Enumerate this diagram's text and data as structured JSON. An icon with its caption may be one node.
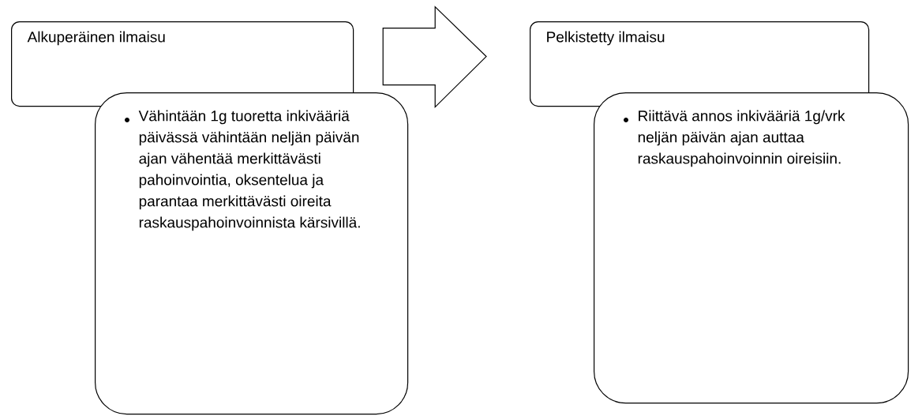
{
  "diagram": {
    "nodes": [
      {
        "text": [
          "Alkuperäinen ilmaisu"
        ]
      },
      {
        "text": [
          "Vähintään 1g tuoretta inkivääriä päivässä vähintään neljän päivän ajan vähentää merkittävästi pahoinvointia, oksentelua ja parantaa merkittävästi oireita raskauspahoinvoinnista kärsivillä."
        ]
      },
      {
        "text": [
          "Pelkistetty ilmaisu"
        ]
      },
      {
        "text": [
          "Riittävä annos inkivääriä 1g/vrk neljän päivän ajan auttaa raskauspahoinvoinnin oireisiin."
        ]
      }
    ],
    "edges": [
      {
        "from": 0,
        "to": 2,
        "arrow": "to"
      }
    ]
  }
}
